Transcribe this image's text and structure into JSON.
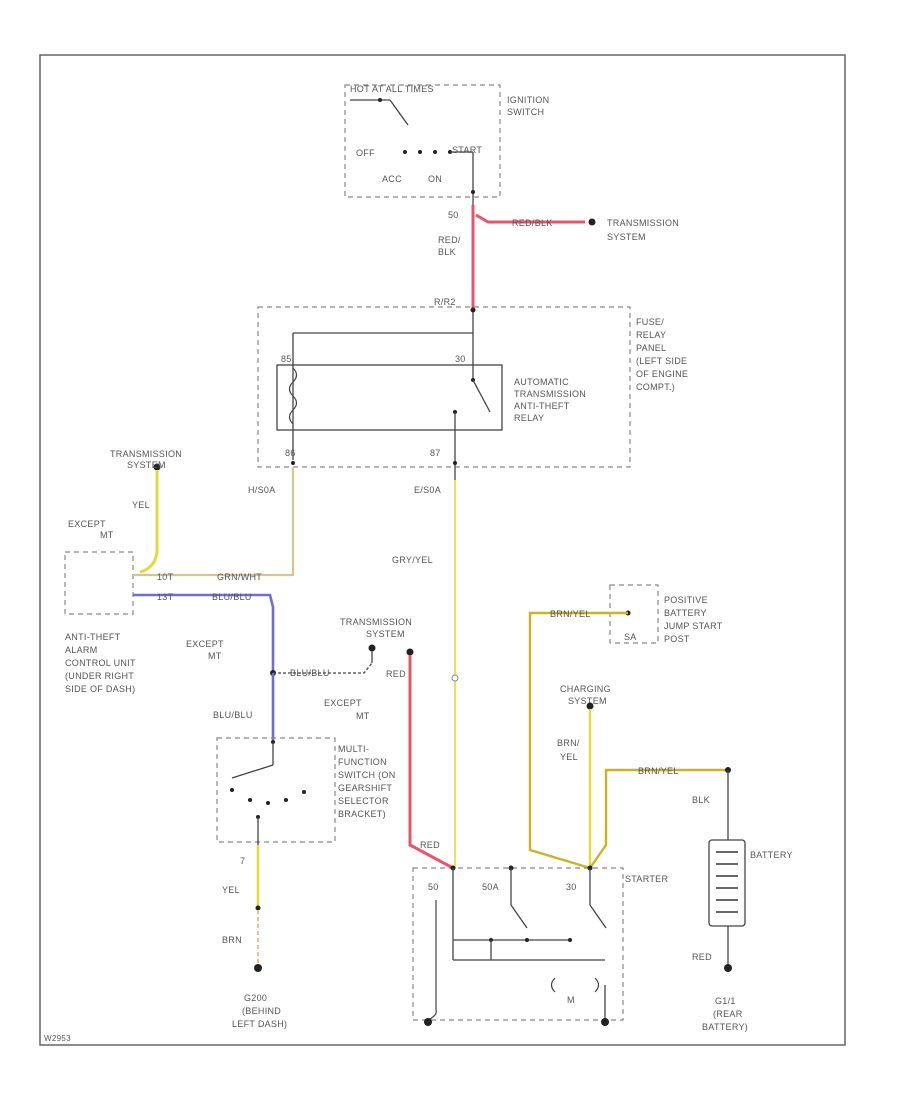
{
  "labels": {
    "ign_top": "HOT AT ALL TIMES",
    "ign_switch": [
      "IGNITION",
      "SWITCH"
    ],
    "ign_off": "OFF",
    "ign_start": "START",
    "ign_acc": "ACC",
    "ign_on": "ON",
    "pin_50_top": "50",
    "wire_red_blk": [
      "RED/",
      "BLK"
    ],
    "wire_red_blk_side": "RED/BLK",
    "trans_system_right": [
      "TRANSMISSION",
      "SYSTEM"
    ],
    "pin_r2": "R/R2",
    "fuse_relay_panel": [
      "FUSE/",
      "RELAY",
      "PANEL",
      "(LEFT SIDE",
      "OF ENGINE",
      "COMPT.)"
    ],
    "relay_label": [
      "AUTOMATIC",
      "TRANSMISSION",
      "ANTI-THEFT",
      "RELAY"
    ],
    "relay_pin_30": "30",
    "relay_pin_86": "86",
    "relay_pin_85": "85",
    "relay_pin_87": "87",
    "conn_h": "H/S0A",
    "conn_e": "E/S0A",
    "trans_system_left": [
      "TRANSMISSION",
      "SYSTEM"
    ],
    "yel": "YEL",
    "except_mt": [
      "EXCEPT",
      "MT"
    ],
    "pin_10": "10T",
    "pin_13": "13T",
    "wire_grn_wht": "GRN/WHT",
    "wire_blu_blu": "BLU/BLU",
    "anti_theft_unit": [
      "ANTI-THEFT",
      "ALARM",
      "CONTROL UNIT",
      "(UNDER RIGHT",
      "SIDE OF DASH)"
    ],
    "except_mt_2": [
      "EXCEPT",
      "MT"
    ],
    "wire_blu_blu_2": "BLU/BLU",
    "trans_system_mid": [
      "TRANSMISSION",
      "SYSTEM"
    ],
    "wire_red": "RED",
    "except_mt_3": [
      "EXCEPT",
      "MT"
    ],
    "wire_gry_yel": "GRY/YEL",
    "wire_blu_blu_3": "BLU/BLU",
    "multi_switch": [
      "MULTI-",
      "FUNCTION",
      "SWITCH (ON",
      "GEARSHIFT",
      "SELECTOR",
      "BRACKET)"
    ],
    "pin_7": "7",
    "yel_2": "YEL",
    "brn": "BRN",
    "ground_label": [
      "G200",
      "(BEHIND",
      "LEFT DASH)"
    ],
    "wire_brn_yel_top": "BRN/YEL",
    "positive_post": [
      "POSITIVE",
      "BATTERY",
      "JUMP START",
      "POST"
    ],
    "post_pin": "SA",
    "charging_system": [
      "CHARGING",
      "SYSTEM"
    ],
    "brn_yel": [
      "BRN/",
      "YEL"
    ],
    "wire_brn_yel_right": "BRN/YEL",
    "blk": "BLK",
    "battery": "BATTERY",
    "red": "RED",
    "battery_loc": [
      "G1/1",
      "(REAR",
      "BATTERY)"
    ],
    "red_2": "RED",
    "starter": "STARTER",
    "st_50": "50",
    "st_50a": "50A",
    "st_30": "30",
    "st_m": "M",
    "code": "W2953"
  },
  "colors": {
    "red_wire": "#e8556b",
    "yellow_wire": "#e6d83a",
    "tan_wire": "#d9c48a",
    "blue_wire": "#6f6fd0",
    "olive_wire": "#c8b424",
    "frame": "#555555"
  }
}
